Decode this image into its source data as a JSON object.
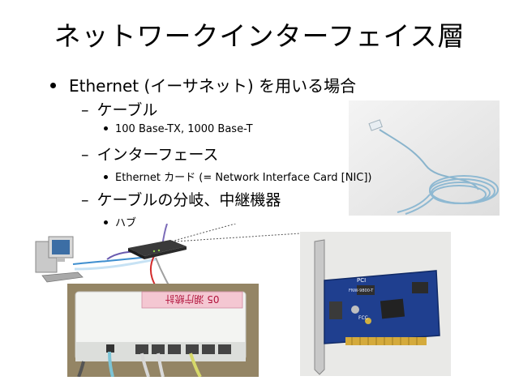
{
  "slide": {
    "title": "ネットワークインターフェイス層",
    "bullets": {
      "level1": "Ethernet (イーサネット) を用いる場合",
      "cable": "ケーブル",
      "cable_types": "100 Base-TX, 1000 Base-T",
      "interface": "インターフェース",
      "nic": "Ethernet カード (= Network Interface Card [NIC])",
      "branch": "ケーブルの分岐、中継機器",
      "hub": "ハブ"
    },
    "dash": "–",
    "photos": {
      "hub_sticker": "05 湖庁統計",
      "nic_brand": "PCI",
      "nic_model": "FNW-9800-T",
      "nic_fcc": "FCC"
    },
    "icons": [
      "computer-icon",
      "hub-icon",
      "cable-photo",
      "hub-photo",
      "nic-photo"
    ]
  }
}
